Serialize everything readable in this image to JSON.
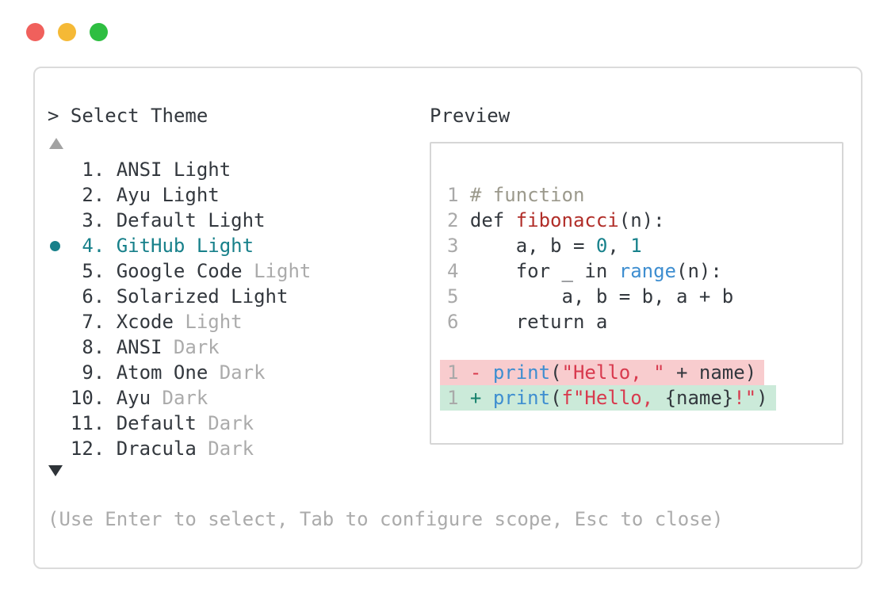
{
  "window": {
    "controls": [
      "close",
      "minimize",
      "zoom"
    ]
  },
  "panel": {
    "title": "> Select Theme",
    "preview_label": "Preview",
    "footer_hint": "(Use Enter to select, Tab to configure scope, Esc to close)",
    "scroll_up_icon": "triangle-up",
    "scroll_down_icon": "triangle-down",
    "themes": [
      {
        "number": "1",
        "selected": false,
        "parts": [
          {
            "text": "ANSI Light",
            "style": "plain"
          }
        ]
      },
      {
        "number": "2",
        "selected": false,
        "parts": [
          {
            "text": "Ayu Light",
            "style": "plain"
          }
        ]
      },
      {
        "number": "3",
        "selected": false,
        "parts": [
          {
            "text": "Default Light",
            "style": "plain"
          }
        ]
      },
      {
        "number": "4",
        "selected": true,
        "parts": [
          {
            "text": "GitHub Light",
            "style": "accent"
          }
        ]
      },
      {
        "number": "5",
        "selected": false,
        "parts": [
          {
            "text": "Google Code",
            "style": "plain"
          },
          {
            "text": " Light",
            "style": "muted"
          }
        ]
      },
      {
        "number": "6",
        "selected": false,
        "parts": [
          {
            "text": "Solarized Light",
            "style": "plain"
          }
        ]
      },
      {
        "number": "7",
        "selected": false,
        "parts": [
          {
            "text": "Xcode",
            "style": "plain"
          },
          {
            "text": " Light",
            "style": "muted"
          }
        ]
      },
      {
        "number": "8",
        "selected": false,
        "parts": [
          {
            "text": "ANSI",
            "style": "plain"
          },
          {
            "text": " Dark",
            "style": "muted"
          }
        ]
      },
      {
        "number": "9",
        "selected": false,
        "parts": [
          {
            "text": "Atom One",
            "style": "plain"
          },
          {
            "text": " Dark",
            "style": "muted"
          }
        ]
      },
      {
        "number": "10",
        "selected": false,
        "parts": [
          {
            "text": "Ayu",
            "style": "plain"
          },
          {
            "text": " Dark",
            "style": "muted"
          }
        ]
      },
      {
        "number": "11",
        "selected": false,
        "parts": [
          {
            "text": "Default",
            "style": "plain"
          },
          {
            "text": " Dark",
            "style": "muted"
          }
        ]
      },
      {
        "number": "12",
        "selected": false,
        "parts": [
          {
            "text": "Dracula",
            "style": "plain"
          },
          {
            "text": " Dark",
            "style": "muted"
          }
        ]
      }
    ],
    "preview_code": {
      "lines": [
        {
          "type": "code",
          "segments": [
            {
              "text": "1 ",
              "style": "linenum"
            },
            {
              "text": "# function",
              "style": "comment"
            }
          ]
        },
        {
          "type": "code",
          "segments": [
            {
              "text": "2 ",
              "style": "linenum"
            },
            {
              "text": "def ",
              "style": "plain"
            },
            {
              "text": "fibonacci",
              "style": "function"
            },
            {
              "text": "(n):",
              "style": "plain"
            }
          ]
        },
        {
          "type": "code",
          "segments": [
            {
              "text": "3 ",
              "style": "linenum"
            },
            {
              "text": "    a, b = ",
              "style": "plain"
            },
            {
              "text": "0",
              "style": "number"
            },
            {
              "text": ", ",
              "style": "plain"
            },
            {
              "text": "1",
              "style": "number"
            }
          ]
        },
        {
          "type": "code",
          "segments": [
            {
              "text": "4 ",
              "style": "linenum"
            },
            {
              "text": "    for _ in ",
              "style": "plain"
            },
            {
              "text": "range",
              "style": "builtin"
            },
            {
              "text": "(n):",
              "style": "plain"
            }
          ]
        },
        {
          "type": "code",
          "segments": [
            {
              "text": "5 ",
              "style": "linenum"
            },
            {
              "text": "        a, b = b, a + b",
              "style": "plain"
            }
          ]
        },
        {
          "type": "code",
          "segments": [
            {
              "text": "6 ",
              "style": "linenum"
            },
            {
              "text": "    return a",
              "style": "plain"
            }
          ]
        },
        {
          "type": "blank",
          "segments": []
        },
        {
          "type": "deletion",
          "segments": [
            {
              "text": "1 ",
              "style": "linenum"
            },
            {
              "text": "- ",
              "style": "deletion-marker"
            },
            {
              "text": "print",
              "style": "builtin"
            },
            {
              "text": "(",
              "style": "plain"
            },
            {
              "text": "\"Hello, \"",
              "style": "string"
            },
            {
              "text": " + name)",
              "style": "plain"
            }
          ]
        },
        {
          "type": "addition",
          "segments": [
            {
              "text": "1 ",
              "style": "linenum"
            },
            {
              "text": "+ ",
              "style": "addition-marker"
            },
            {
              "text": "print",
              "style": "builtin"
            },
            {
              "text": "(",
              "style": "plain"
            },
            {
              "text": "f\"Hello, ",
              "style": "string"
            },
            {
              "text": "{name}",
              "style": "plain"
            },
            {
              "text": "!\"",
              "style": "string"
            },
            {
              "text": ")",
              "style": "plain"
            }
          ]
        }
      ]
    }
  },
  "colors": {
    "plain": "#33383E",
    "muted": "#ABABAB",
    "accent": "#17808A",
    "linenum": "#A9A9A9",
    "comment": "#9B998C",
    "function": "#B12E29",
    "number": "#17818B",
    "builtin": "#3E8ED0",
    "string": "#D83A4E",
    "deletion-marker": "#D8384A",
    "addition-marker": "#15806B",
    "deletion-bg": "#F8CCCE",
    "addition-bg": "#CBEAD9",
    "panel-border": "#DBDBDB",
    "preview-border": "#D6D6D6",
    "scroll-up": "#A2A2A2",
    "scroll-down": "#2E3338",
    "traffic-red": "#F0605C",
    "traffic-yellow": "#F5B936",
    "traffic-green": "#2EBE41"
  }
}
